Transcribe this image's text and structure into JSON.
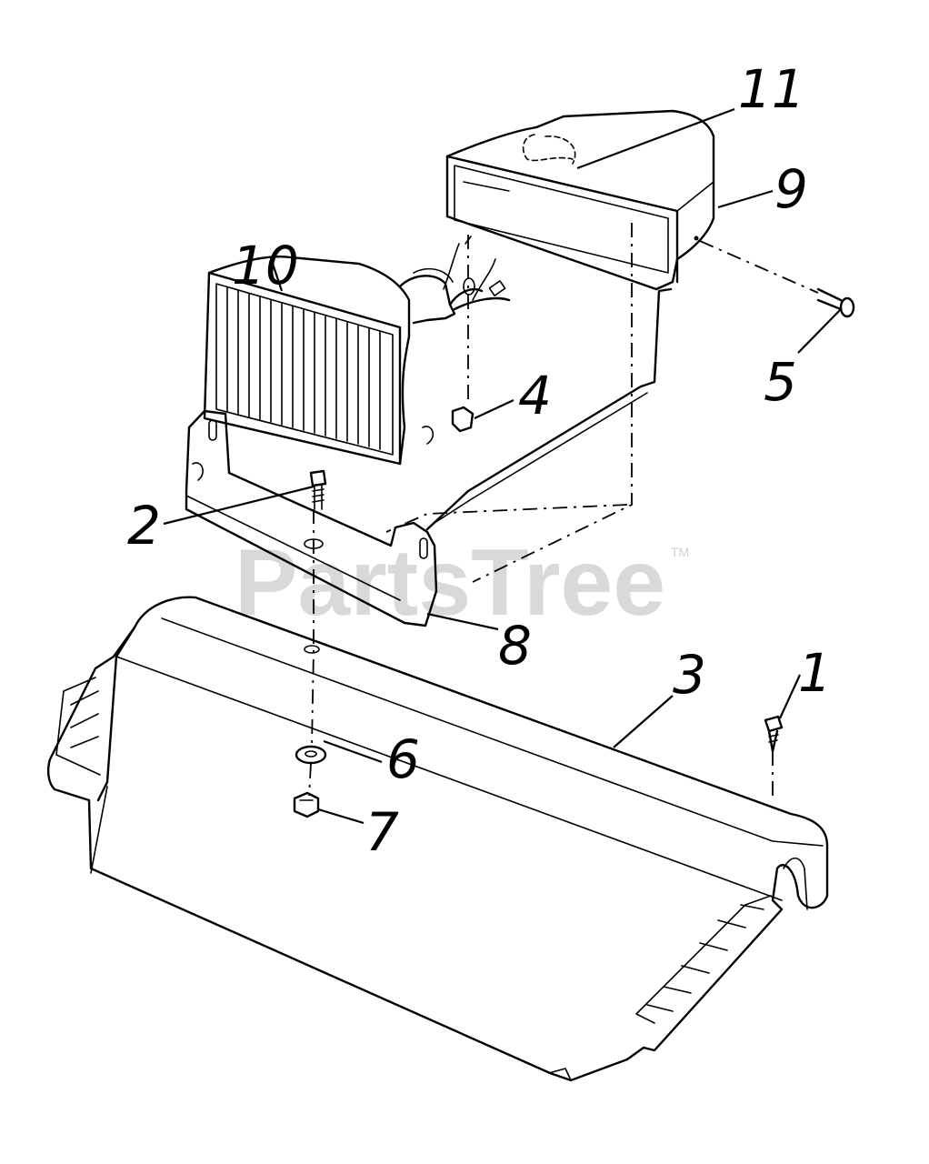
{
  "watermark": {
    "text": "PartsTree",
    "trademark": "TM"
  },
  "callouts": [
    {
      "id": "1",
      "label": "1",
      "part": "screw"
    },
    {
      "id": "2",
      "label": "2",
      "part": "bolt"
    },
    {
      "id": "3",
      "label": "3",
      "part": "hood-shroud"
    },
    {
      "id": "4",
      "label": "4",
      "part": "nut"
    },
    {
      "id": "5",
      "label": "5",
      "part": "screw"
    },
    {
      "id": "6",
      "label": "6",
      "part": "washer"
    },
    {
      "id": "7",
      "label": "7",
      "part": "nut"
    },
    {
      "id": "8",
      "label": "8",
      "part": "bracket"
    },
    {
      "id": "9",
      "label": "9",
      "part": "housing"
    },
    {
      "id": "10",
      "label": "10",
      "part": "headlight"
    },
    {
      "id": "11",
      "label": "11",
      "part": "grommet"
    }
  ]
}
